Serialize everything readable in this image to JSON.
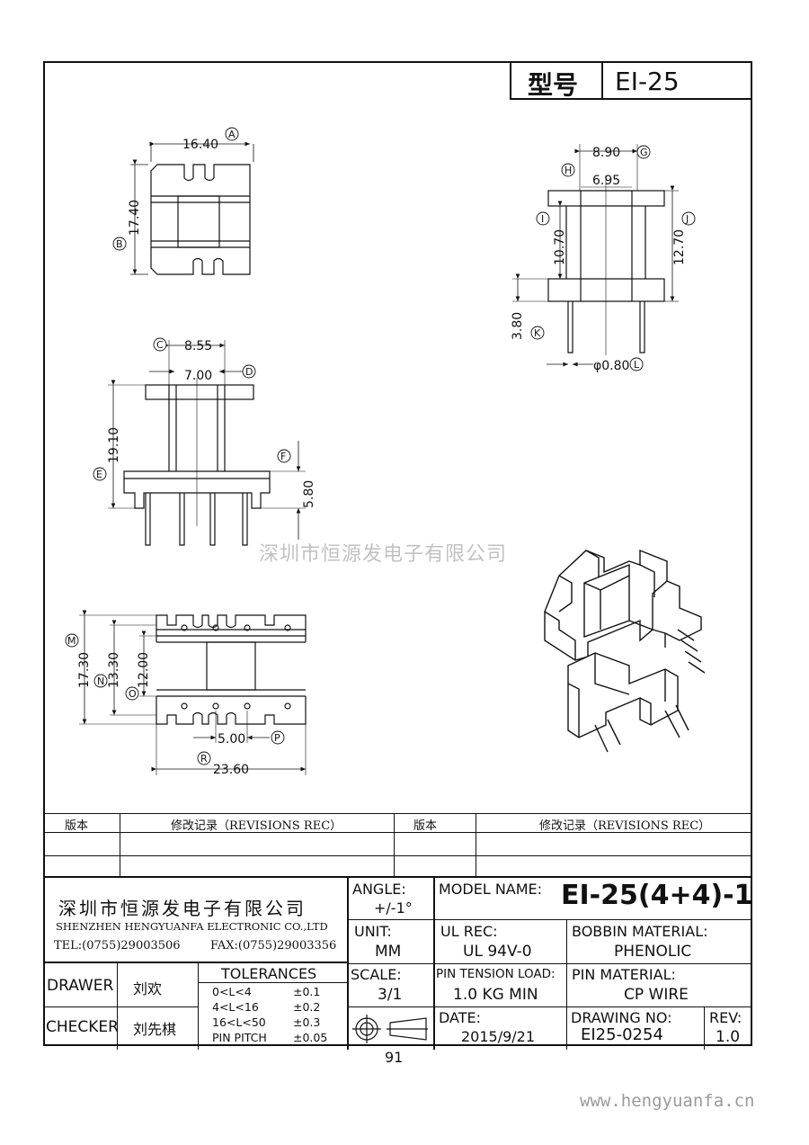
{
  "header": {
    "model_label": "型号",
    "model_value": "EI-25"
  },
  "dimensions": {
    "A": {
      "value": "16.40",
      "marker": "A"
    },
    "B": {
      "value": "17.40",
      "marker": "B"
    },
    "C": {
      "value": "8.55",
      "marker": "C"
    },
    "D": {
      "value": "7.00",
      "marker": "D"
    },
    "E": {
      "value": "19.10",
      "marker": "E"
    },
    "F": {
      "value": "5.80",
      "marker": "F"
    },
    "G": {
      "value": "8.90",
      "marker": "G"
    },
    "H": {
      "value": "6.95",
      "marker": "H"
    },
    "I": {
      "value": "10.70",
      "marker": "I"
    },
    "J": {
      "value": "12.70",
      "marker": "J"
    },
    "K": {
      "value": "3.80",
      "marker": "K"
    },
    "L": {
      "value": "φ0.80",
      "marker": "L"
    },
    "M": {
      "value": "17.30",
      "marker": "M"
    },
    "N": {
      "value": "13.30",
      "marker": "N"
    },
    "O": {
      "value": "12.00",
      "marker": "O"
    },
    "P": {
      "value": "5.00",
      "marker": "P"
    },
    "R": {
      "value": "23.60",
      "marker": "R"
    }
  },
  "watermark_text": "深圳市恒源发电子有限公司",
  "revisions": {
    "col_version": "版本",
    "col_record": "修改记录（REVISIONS REC）",
    "col_version2": "版本",
    "col_record2": "修改记录（REVISIONS REC）"
  },
  "company": {
    "name_cn": "深圳市恒源发电子有限公司",
    "name_en": "SHENZHEN HENGYUANFA ELECTRONIC CO.,LTD",
    "tel": "TEL:(0755)29003506",
    "fax": "FAX:(0755)29003356"
  },
  "title_block": {
    "angle_label": "ANGLE:",
    "angle_value": "+/-1°",
    "model_name_label": "MODEL NAME:",
    "model_name_value": "EI-25(4+4)-1",
    "unit_label": "UNIT:",
    "unit_value": "MM",
    "ul_label": "UL REC:",
    "ul_value": "UL 94V-0",
    "bobbin_label": "BOBBIN MATERIAL:",
    "bobbin_value": "PHENOLIC",
    "drawer_label": "DRAWER",
    "drawer_value": "刘欢",
    "checker_label": "CHECKER",
    "checker_value": "刘先棋",
    "tolerances_label": "TOLERANCES",
    "tolerances": [
      {
        "range": "0<L<4",
        "tol": "±0.1"
      },
      {
        "range": "4<L<16",
        "tol": "±0.2"
      },
      {
        "range": "16<L<50",
        "tol": "±0.3"
      },
      {
        "range": "PIN PITCH",
        "tol": "±0.05"
      }
    ],
    "scale_label": "SCALE:",
    "scale_value": "3/1",
    "pin_tension_label": "PIN TENSION LOAD:",
    "pin_tension_value": "1.0 KG MIN",
    "pin_material_label": "PIN MATERIAL:",
    "pin_material_value": "CP WIRE",
    "date_label": "DATE:",
    "date_value": "2015/9/21",
    "drawing_no_label": "DRAWING NO:",
    "drawing_no_value": "EI25-0254",
    "rev_label": "REV:",
    "rev_value": "1.0"
  },
  "page_number": "91",
  "footer_url": "www.hengyuanfa.cn"
}
